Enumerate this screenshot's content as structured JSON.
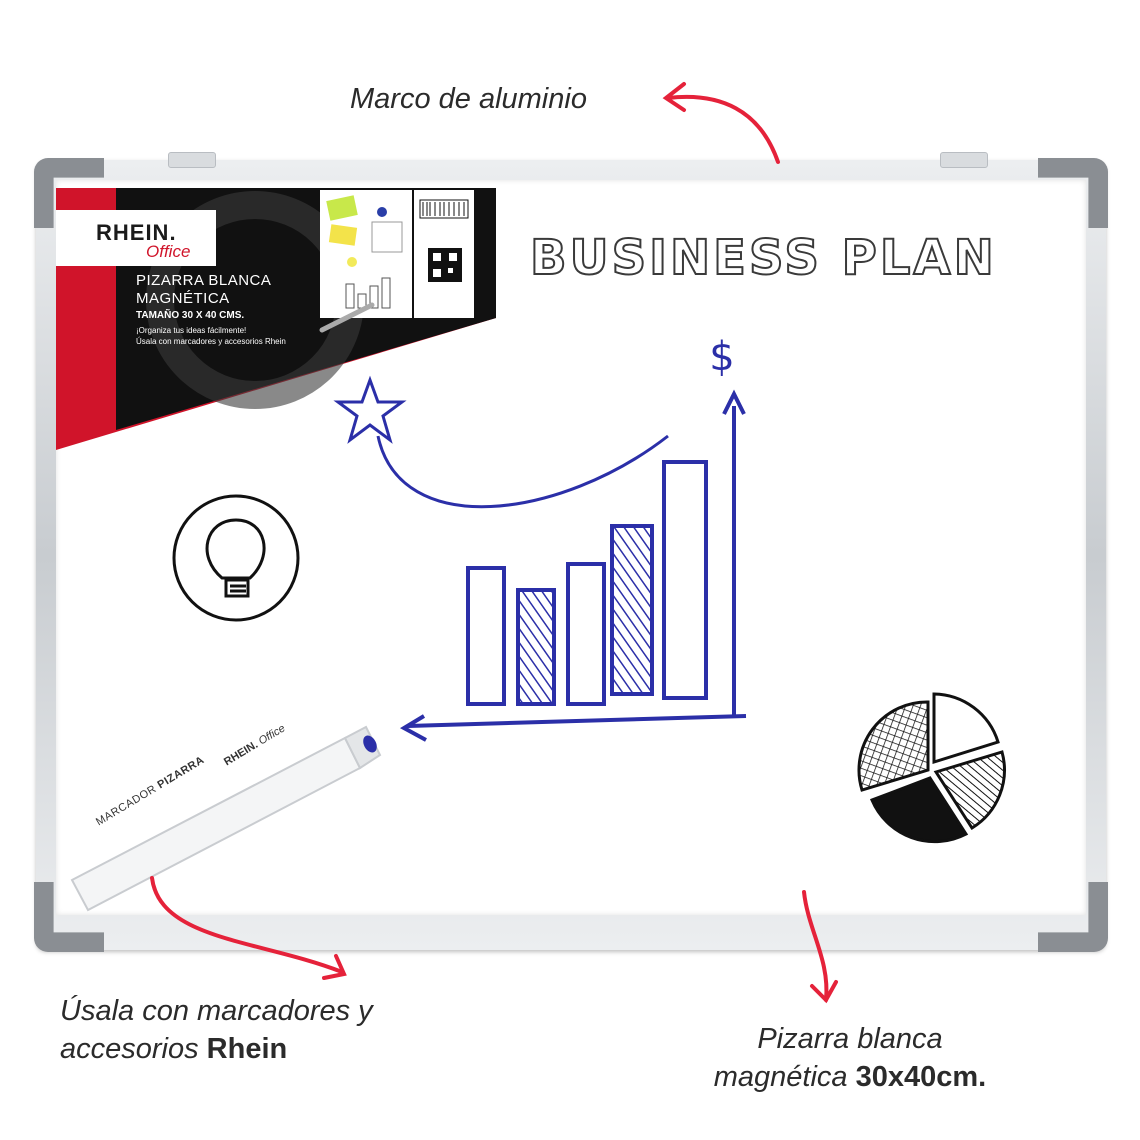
{
  "callouts": {
    "frame": "Marco de aluminio",
    "markers_line1": "Úsala con marcadores y",
    "markers_line2_prefix": "accesorios ",
    "markers_line2_bold": "Rhein",
    "board_line1": "Pizarra blanca",
    "board_line2_prefix": "magnética ",
    "board_line2_bold": "30x40cm."
  },
  "label": {
    "brand": "RHEIN.",
    "brand_sub": "Office",
    "title_line1": "PIZARRA BLANCA",
    "title_line2": "MAGNÉTICA",
    "size": "TAMAÑO 30 X 40 CMS.",
    "tagline1": "¡Organiza tus ideas fácilmente!",
    "tagline2": "Úsala con marcadores y accesorios Rhein"
  },
  "board": {
    "headline": "BUSINESS PLAN",
    "dollar_sign": "$"
  },
  "marker": {
    "label_prefix": "MARCADOR ",
    "label_bold": "PIZARRA",
    "brand": "RHEIN.",
    "brand_sub": "Office"
  },
  "colors": {
    "accent_red": "#d0142a",
    "ink_blue": "#2b2fa8",
    "frame_gray": "#8a8e93",
    "label_black": "#111111"
  },
  "icons": [
    "lightbulb-icon",
    "star-icon",
    "pie-chart-icon",
    "bar-chart-icon",
    "rhein-logo-icon",
    "arrow-icon"
  ]
}
